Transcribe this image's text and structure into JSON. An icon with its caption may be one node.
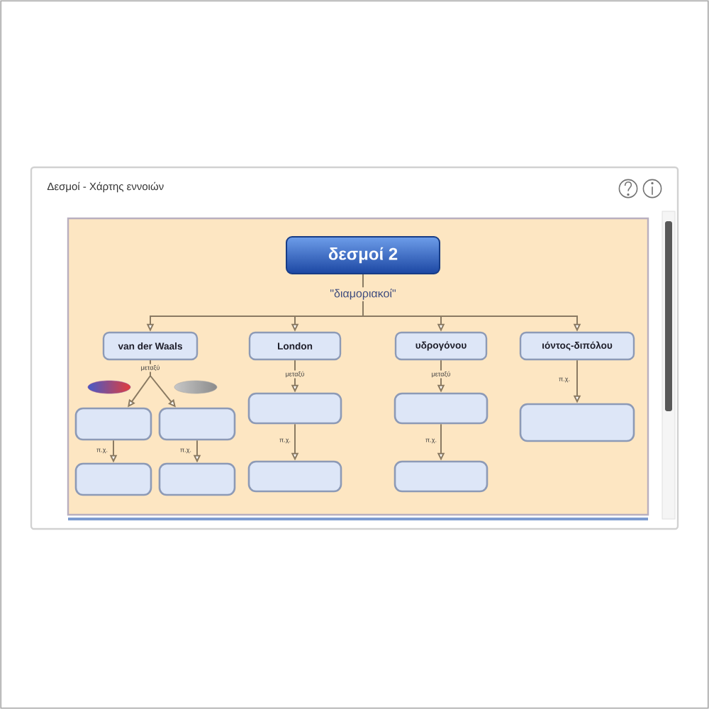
{
  "diagram": {
    "title": "Δεσμοί - Χάρτης εννοιών",
    "nodes": [
      {
        "text": [
          "δεσμοί 2"
        ]
      },
      {
        "text": [
          "van der Waals"
        ]
      },
      {
        "text": [
          "London"
        ]
      },
      {
        "text": [
          "υδρογόνου"
        ]
      },
      {
        "text": [
          "ιόντος-διπόλου"
        ]
      },
      {
        "text": [],
        "shape": "box"
      },
      {
        "text": [],
        "shape": "box"
      },
      {
        "text": [],
        "shape": "box"
      },
      {
        "text": [],
        "shape": "box"
      },
      {
        "text": [],
        "shape": "box"
      },
      {
        "text": [],
        "shape": "box"
      },
      {
        "text": [],
        "shape": "box"
      },
      {
        "text": [],
        "shape": "box"
      },
      {
        "text": [],
        "shape": "box"
      }
    ],
    "edges": [
      {
        "from": 0,
        "to": 1,
        "arrow": "to"
      },
      {
        "from": 0,
        "to": 2,
        "arrow": "to"
      },
      {
        "from": 0,
        "to": 3,
        "arrow": "to"
      },
      {
        "from": 0,
        "to": 4,
        "arrow": "to"
      },
      {
        "from": 1,
        "to": 5,
        "arrow": "to",
        "label": "μεταξύ"
      },
      {
        "from": 1,
        "to": 6,
        "arrow": "to"
      },
      {
        "from": 2,
        "to": 7,
        "arrow": "to",
        "label": "μεταξύ"
      },
      {
        "from": 3,
        "to": 8,
        "arrow": "to",
        "label": "μεταξύ"
      },
      {
        "from": 4,
        "to": 9,
        "arrow": "to",
        "label": "π.χ."
      },
      {
        "from": 5,
        "to": 10,
        "arrow": "to",
        "label": "π.χ."
      },
      {
        "from": 6,
        "to": 11,
        "arrow": "to",
        "label": "π.χ."
      },
      {
        "from": 7,
        "to": 12,
        "arrow": "to",
        "label": "π.χ."
      },
      {
        "from": 8,
        "to": 13,
        "arrow": "to",
        "label": "π.χ."
      }
    ],
    "labels": [
      "\"διαμοριακοί\""
    ]
  }
}
